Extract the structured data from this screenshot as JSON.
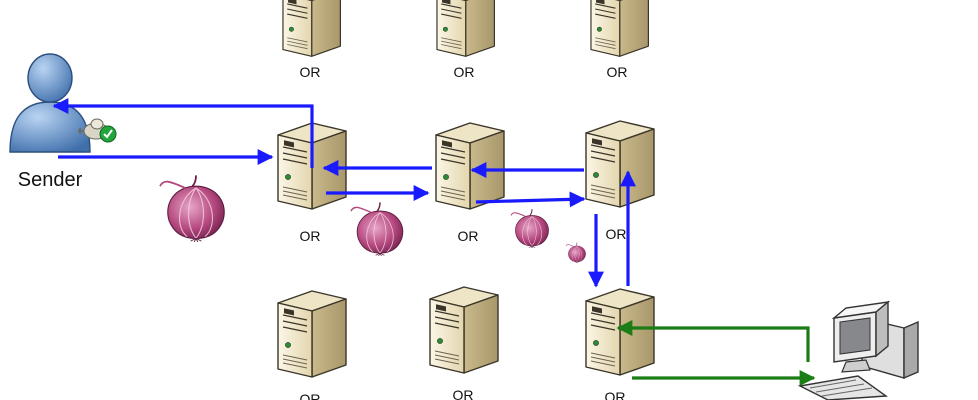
{
  "sender_label": "Sender",
  "or_label": "OR",
  "colors": {
    "path": "#1a1aff",
    "return_path": "#1b7d16",
    "server_light": "#f4ecd5",
    "server_dark": "#c9b98b",
    "onion": "#b5487f",
    "person": "#5b8fcf"
  },
  "servers": [
    {
      "id": "or-top-1",
      "role": "relay"
    },
    {
      "id": "or-top-2",
      "role": "relay"
    },
    {
      "id": "or-top-3",
      "role": "relay"
    },
    {
      "id": "or-mid-1",
      "role": "entry"
    },
    {
      "id": "or-mid-2",
      "role": "middle"
    },
    {
      "id": "or-mid-3",
      "role": "exit"
    },
    {
      "id": "or-bot-1",
      "role": "relay"
    },
    {
      "id": "or-bot-2",
      "role": "relay"
    },
    {
      "id": "or-bot-3",
      "role": "exit-to-destination"
    }
  ],
  "icons": [
    "person-icon",
    "key-icon",
    "checkmark-icon",
    "onion-icon",
    "server-icon",
    "computer-icon",
    "keyboard-icon"
  ]
}
